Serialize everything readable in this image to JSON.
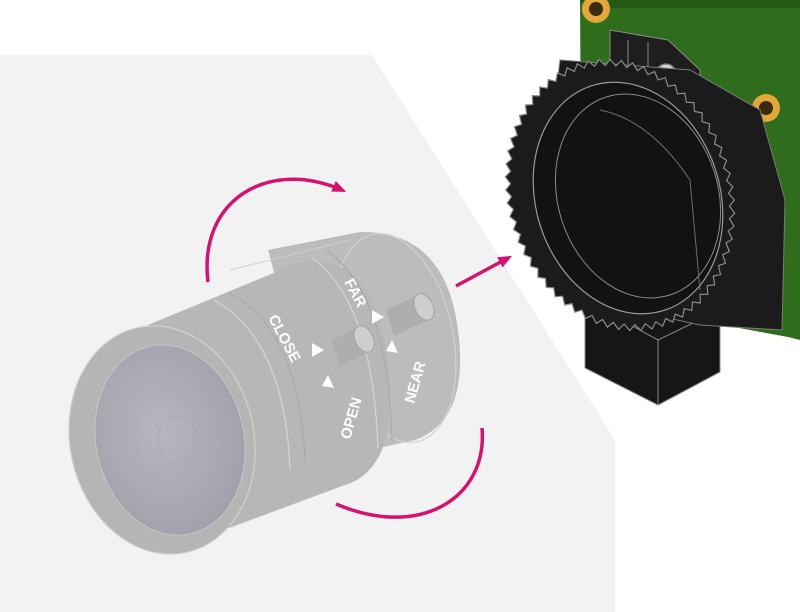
{
  "labels": {
    "close": "CLOSE",
    "open": "OPEN",
    "far": "FAR",
    "near": "NEAR"
  },
  "colors": {
    "background": "#ffffff",
    "panel": "#f2f2f2",
    "arrow": "#d3146f",
    "lens_body": "#b8b8b8",
    "mount_body": "#1b1b1b",
    "pcb": "#2f6d1c",
    "screw_ring": "#e2a83a"
  },
  "icons": {
    "rotate_aperture": "curved-arrow-icon",
    "rotate_focus": "curved-arrow-icon",
    "attach": "straight-arrow-icon"
  }
}
